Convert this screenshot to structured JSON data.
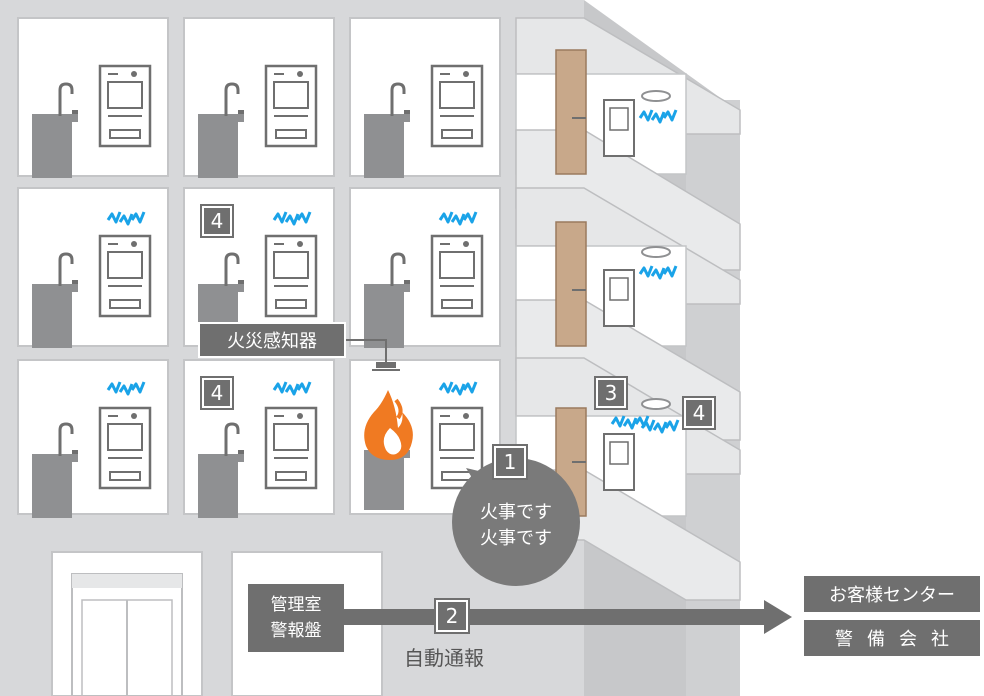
{
  "labels": {
    "fire_detector": "火災感知器",
    "management_room_panel": "管理室\n警報盤",
    "auto_notification": "自動通報",
    "customer_center": "お客様センター",
    "security_company": "警備会社",
    "bubble_line1": "火事です",
    "bubble_line2": "火事です"
  },
  "steps": {
    "step1": "1",
    "step2": "2",
    "step3": "3",
    "step4": "4"
  },
  "colors": {
    "building": "#d7d8da",
    "wall_dark": "#bfc0c2",
    "window_fill": "#ffffff",
    "label_gray": "#6f6f6f",
    "sound_blue": "#1aa3e8",
    "fire_orange": "#f07a22",
    "door_brown": "#c8a88a",
    "bubble_gray": "#7a7a7a"
  },
  "icons": [
    "sink-icon",
    "intercom-icon",
    "alarm-wave-icon",
    "fire-icon",
    "smoke-detector-icon",
    "door-icon",
    "elevator-icon",
    "arrow-right-icon"
  ]
}
